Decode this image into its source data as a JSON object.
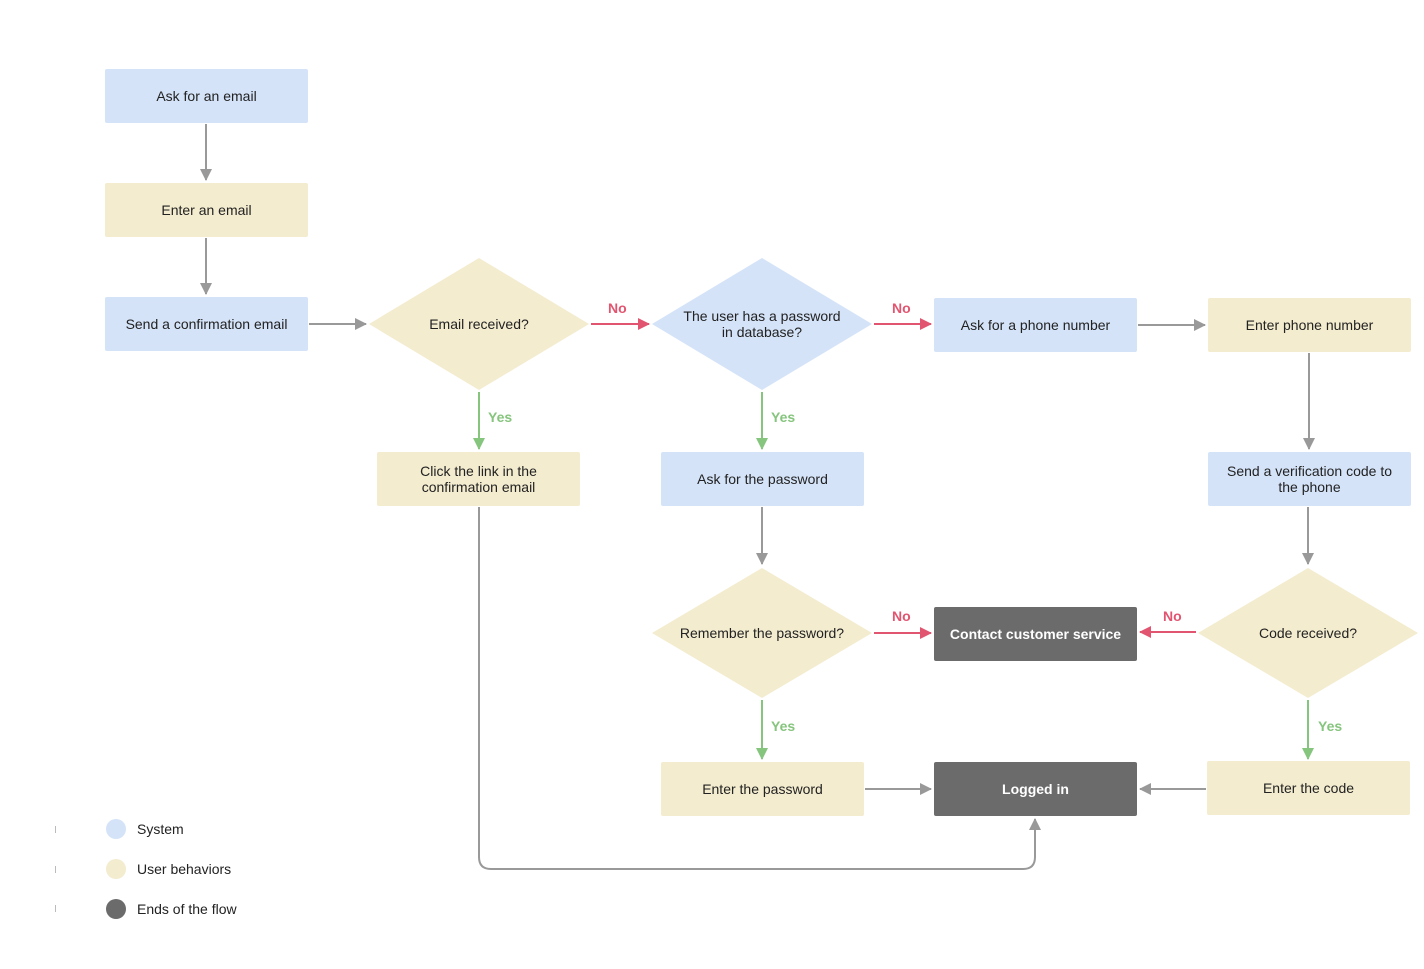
{
  "colors": {
    "system": "#d4e3f8",
    "user_behavior": "#f3eccf",
    "end": "#6b6b6b",
    "arrow_default": "#999999",
    "arrow_no": "#e25570",
    "arrow_yes": "#86c57e"
  },
  "nodes": {
    "ask_email": "Ask for an email",
    "enter_email": "Enter an email",
    "send_confirmation": "Send a confirmation email",
    "email_received": "Email received?",
    "password_in_db": "The user has a password in database?",
    "ask_phone": "Ask for a phone number",
    "enter_phone": "Enter phone number",
    "click_link": "Click the link in the confirmation email",
    "ask_password": "Ask for the password",
    "send_code": "Send a verification code to the phone",
    "remember_password": "Remember the password?",
    "contact_service": "Contact customer service",
    "code_received": "Code received?",
    "enter_password": "Enter the password",
    "logged_in": "Logged in",
    "enter_code": "Enter the code"
  },
  "edge_labels": {
    "no": "No",
    "yes": "Yes"
  },
  "legend": {
    "system": "System",
    "user_behaviors": "User behaviors",
    "ends": "Ends of the flow"
  }
}
